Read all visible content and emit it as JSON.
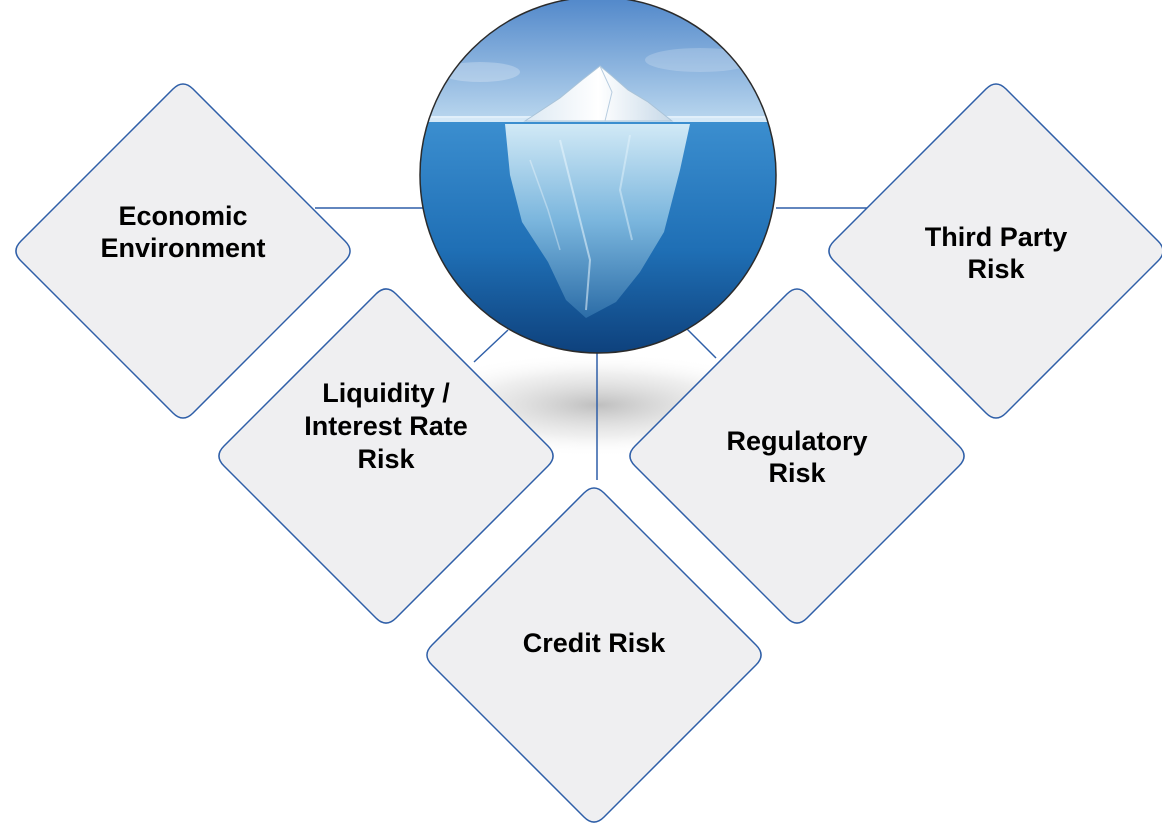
{
  "diagram": {
    "title": "",
    "colors": {
      "diamond_fill": "#efeff1",
      "diamond_border": "#2f5fa8",
      "connector": "#2f5fa8",
      "text": "#000000"
    },
    "center": {
      "image": "iceberg",
      "icon": "iceberg-icon"
    },
    "nodes": [
      {
        "id": "economic",
        "label": "Economic Environment",
        "lines": [
          "Economic",
          "Environment"
        ]
      },
      {
        "id": "liquidity",
        "label": "Liquidity / Interest Rate Risk",
        "lines": [
          "Liquidity /",
          "Interest Rate",
          "Risk"
        ]
      },
      {
        "id": "credit",
        "label": "Credit Risk",
        "lines": [
          "Credit Risk"
        ]
      },
      {
        "id": "regulatory",
        "label": "Regulatory Risk",
        "lines": [
          "Regulatory",
          "Risk"
        ]
      },
      {
        "id": "third-party",
        "label": "Third Party Risk",
        "lines": [
          "Third Party",
          "Risk"
        ]
      }
    ]
  }
}
